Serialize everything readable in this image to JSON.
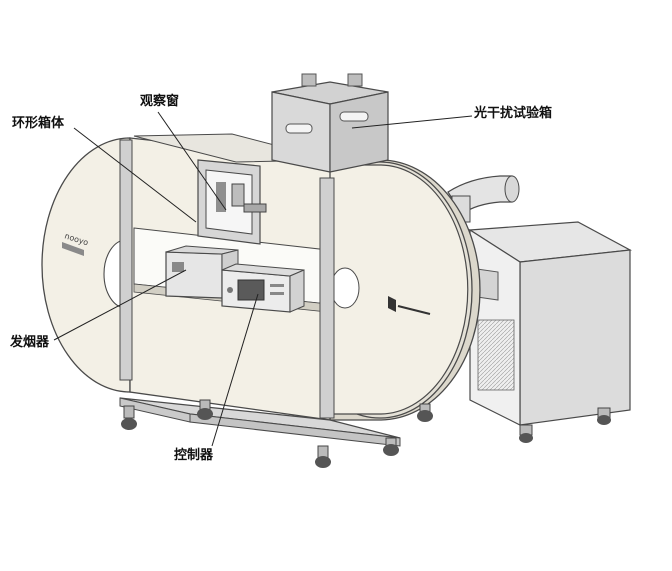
{
  "labels": {
    "ring_chamber": "环形箱体",
    "observation_window": "观察窗",
    "light_interference_chamber": "光干扰试验箱",
    "smoke_generator": "发烟器",
    "controller": "控制器"
  },
  "panel_text": {
    "brand": "nooyo"
  },
  "colors": {
    "chamber_face": "#f3f0e6",
    "chamber_side": "#dcd8cc",
    "metal": "#d6d6d6",
    "outline": "#4a4a4a",
    "leader": "#222222",
    "label": "#111111"
  }
}
